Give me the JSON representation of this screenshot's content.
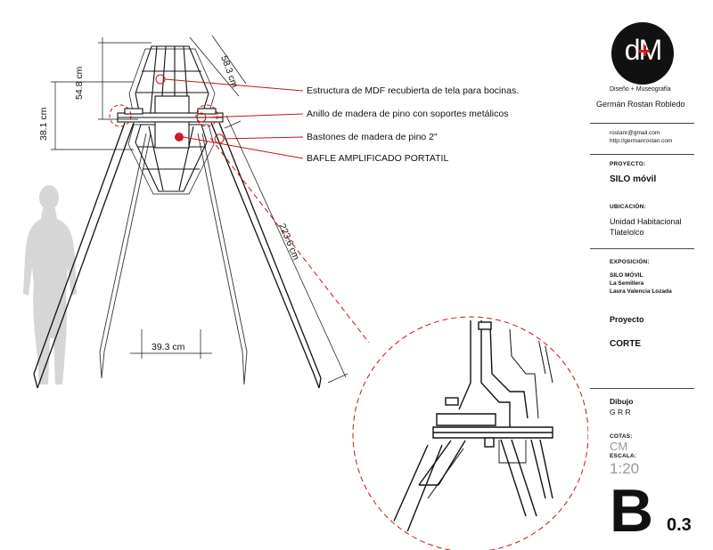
{
  "callouts": {
    "estructura": "Estructura de MDF recubierta de tela para bocinas.",
    "anillo": "Anillo de madera de pino con soportes metálicos",
    "bastones": "Bastones de madera de pino 2\"",
    "bafle": "BAFLE AMPLIFICADO PORTATIL"
  },
  "dimensions": {
    "d1": "58.3 cm",
    "d2": "54.8 cm",
    "d3": "38.1 cm",
    "d4": "223.6 cm",
    "d5": "39.3 cm"
  },
  "sidebar": {
    "logo_text": "dM",
    "logo_caption": "Diseño + Museografía",
    "author": "Germán Rostan Robledo",
    "email": "rostanr@gmail.com",
    "website": "http://germanrostan.com",
    "proyecto_label": "PROYECTO:",
    "proyecto_value": "SILO móvil",
    "ubicacion_label": "UBICACIÓN:",
    "ubicacion_line1": "Unidad Habitacional",
    "ubicacion_line2": "Tlatelolco",
    "exposicion_label": "EXPOSICIÓN:",
    "exposicion_line1": "SILO MÓVIL",
    "exposicion_line2": "La Semillera",
    "exposicion_line3": "Laura Valencia Lozada",
    "tipo_label": "Proyecto",
    "tipo_value": "CORTE",
    "dibujo_label": "Dibujo",
    "dibujo_value": "G R R",
    "cotas_label": "COTAS:",
    "cotas_value": "CM",
    "escala_label": "ESCALA:",
    "escala_value": "1:20",
    "sheet_letter": "B",
    "sheet_number": "0.3"
  },
  "colors": {
    "accent": "#d21b1b",
    "line": "#111111",
    "silhouette": "#d6d6d6"
  }
}
